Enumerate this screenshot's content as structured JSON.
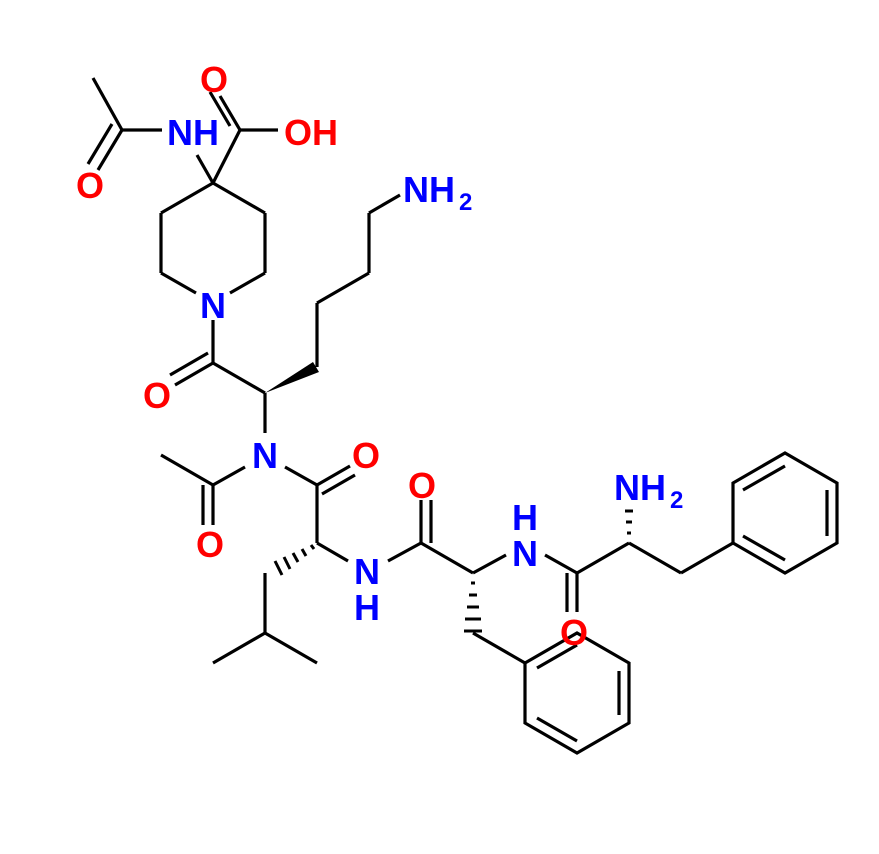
{
  "molecule": {
    "description": "Peptide: Phe-Phe-Leu-N(Ac)Lys-(4-acetamido-piperidine-4-carboxylic acid)",
    "colors": {
      "oxygen": "#ff0000",
      "nitrogen": "#0000ff",
      "carbon": "#000000",
      "background": "#ffffff"
    },
    "atoms": {
      "o_acetyl_top": "O",
      "nh_top": "NH",
      "o_acid": "O",
      "oh_acid": "OH",
      "nh2_lys": "NH",
      "nh2_lys_sub": "2",
      "n_pip": "N",
      "o_pip_amide": "O",
      "n_lys": "N",
      "o_lys_amide": "O",
      "o_n_acetyl": "O",
      "o_phe1": "O",
      "nh_leu_n": "N",
      "nh_leu_h": "H",
      "nh_phe_h": "H",
      "nh_phe_n": "N",
      "nh2_phe": "NH",
      "nh2_phe_sub": "2",
      "o_phe2": "O"
    }
  }
}
